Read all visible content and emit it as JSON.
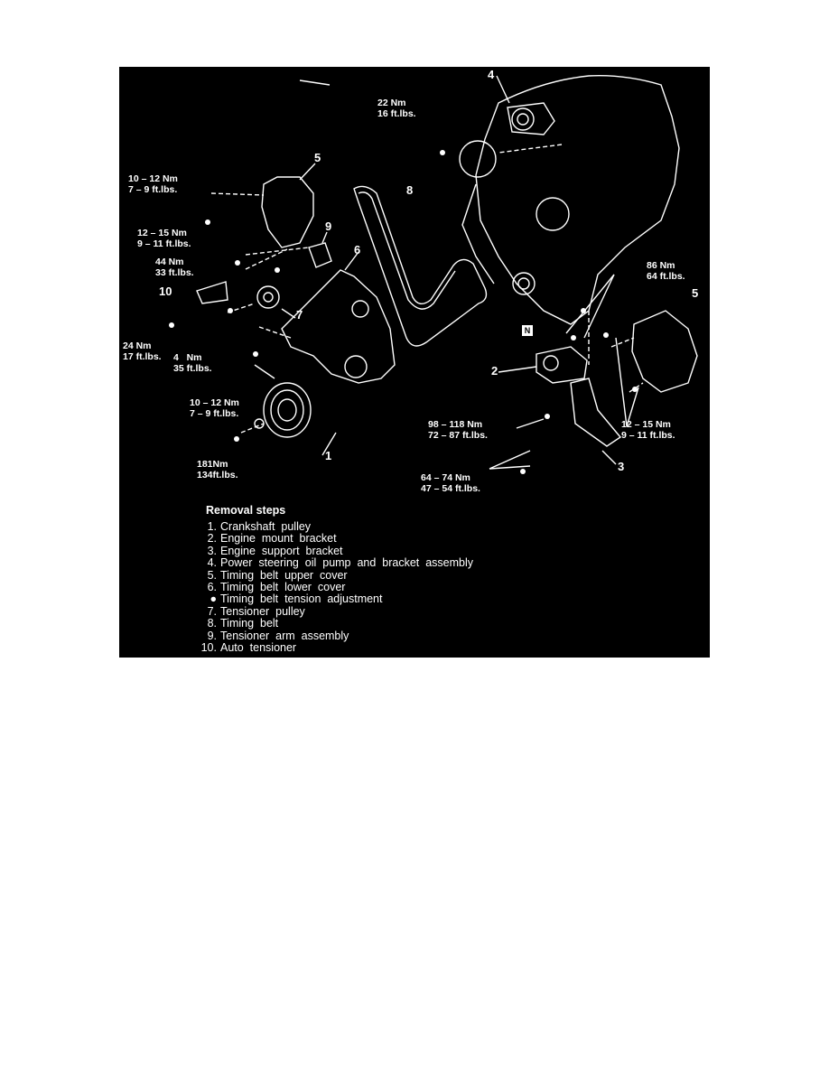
{
  "colors": {
    "background": "#000000",
    "ink": "#ffffff",
    "page": "#ffffff"
  },
  "torques": {
    "t1": {
      "nm": "22 Nm",
      "ft": "16 ft.lbs."
    },
    "t2": {
      "nm": "10 – 12 Nm",
      "ft": "7 – 9 ft.lbs."
    },
    "t3": {
      "nm": "12 – 15 Nm",
      "ft": "9 – 11 ft.lbs."
    },
    "t4": {
      "nm": "44 Nm",
      "ft": "33 ft.lbs."
    },
    "t5": {
      "nm": "24 Nm",
      "ft": "17 ft.lbs."
    },
    "t6": {
      "nm": "4   Nm",
      "ft": "35 ft.lbs."
    },
    "t7": {
      "nm": "10 – 12 Nm",
      "ft": "7 – 9 ft.lbs."
    },
    "t8": {
      "nm": "181Nm",
      "ft": "134ft.lbs."
    },
    "t9": {
      "nm": "86 Nm",
      "ft": "64 ft.lbs."
    },
    "t10": {
      "nm": "98 – 118 Nm",
      "ft": "72 – 87 ft.lbs."
    },
    "t11": {
      "nm": "12 – 15 Nm",
      "ft": "9 – 11 ft.lbs."
    },
    "t12": {
      "nm": "64 – 74 Nm",
      "ft": "47 – 54 ft.lbs."
    }
  },
  "callouts": {
    "c1": "1",
    "c2": "2",
    "c3": "3",
    "c4": "4",
    "c5a": "5",
    "c5b": "5",
    "c6": "6",
    "c7": "7",
    "c8": "8",
    "c9": "9",
    "c10": "10",
    "n": "N"
  },
  "removal": {
    "title": "Removal steps",
    "steps": [
      {
        "mark": "1.",
        "text": "Crankshaft  pulley"
      },
      {
        "mark": "2.",
        "text": "Engine  mount  bracket"
      },
      {
        "mark": "3.",
        "text": "Engine  support  bracket"
      },
      {
        "mark": "4.",
        "text": "Power  steering  oil  pump  and  bracket  assembly"
      },
      {
        "mark": "5.",
        "text": "Timing  belt  upper  cover"
      },
      {
        "mark": "6.",
        "text": "Timing  belt  lower  cover"
      },
      {
        "mark": "●",
        "text": "Timing  belt  tension  adjustment"
      },
      {
        "mark": "7.",
        "text": "Tensioner  pulley"
      },
      {
        "mark": "8.",
        "text": "Timing  belt"
      },
      {
        "mark": "9.",
        "text": "Tensioner  arm  assembly"
      },
      {
        "mark": "10.",
        "text": "Auto  tensioner"
      }
    ]
  }
}
